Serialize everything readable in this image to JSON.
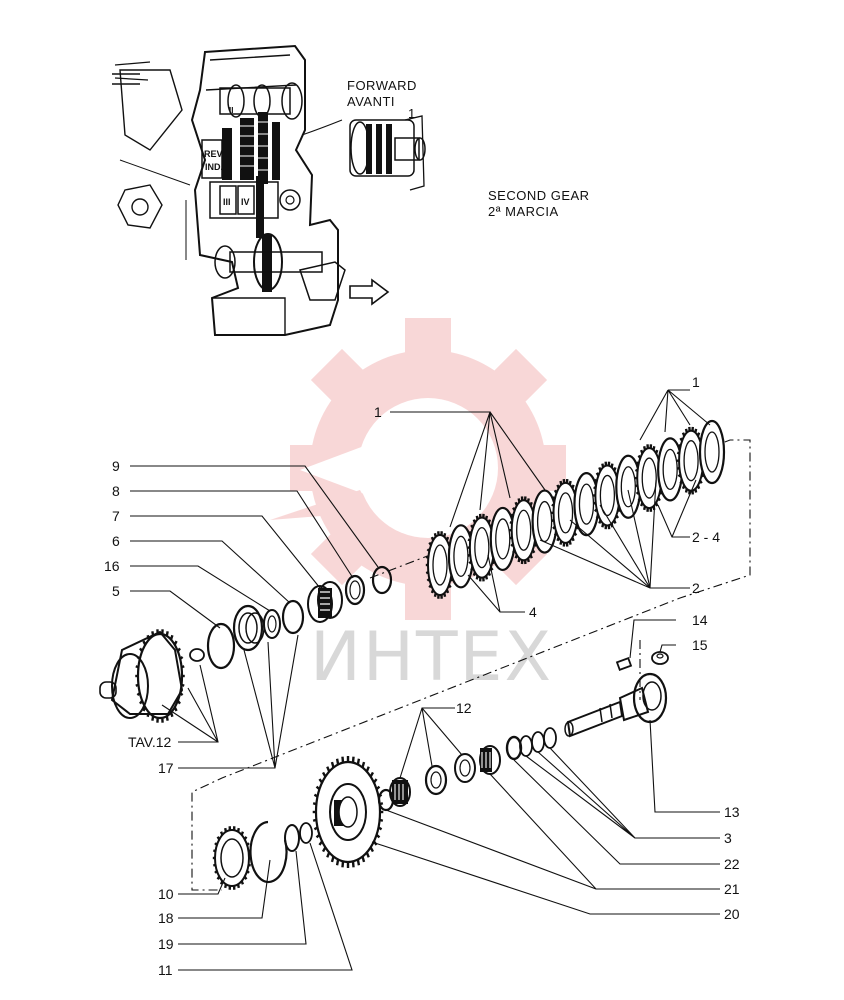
{
  "captions": {
    "forward_en": "FORWARD",
    "forward_it": "AVANTI",
    "gear_en": "SECOND GEAR",
    "gear_it": "2ª MARCIA",
    "inset_callout": "1"
  },
  "watermark": {
    "text": "ИНТЕХ",
    "color": "#f4b8b8"
  },
  "callouts": {
    "c1_top_right": "1",
    "c1_upper": "1",
    "c2_4": "2 - 4",
    "c2": "2",
    "c4": "4",
    "c9": "9",
    "c8": "8",
    "c7": "7",
    "c6": "6",
    "c16": "16",
    "c5": "5",
    "tav12": "TAV.12",
    "c17": "17",
    "c14": "14",
    "c15": "15",
    "c12": "12",
    "c13": "13",
    "c3": "3",
    "c22": "22",
    "c21": "21",
    "c20": "20",
    "c10": "10",
    "c18": "18",
    "c19": "19",
    "c11": "11"
  },
  "gear_marks": {
    "rev": "REV.",
    "ind": "IND.",
    "iii": "III",
    "iv": "IV",
    "ii": "II"
  }
}
